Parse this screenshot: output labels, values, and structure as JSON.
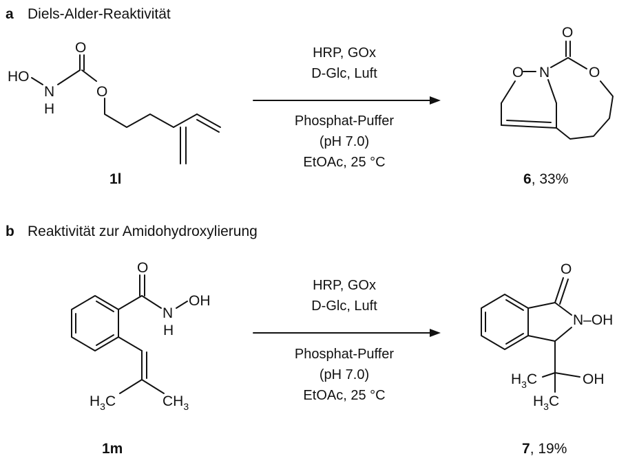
{
  "section_a": {
    "letter": "a",
    "title": "Diels-Alder-Reaktivität",
    "reagents": {
      "line1": "HRP, GOx",
      "line2_prefix": "D",
      "line2_rest": "-Glc, Luft"
    },
    "solvent": {
      "line1": "Phosphat-Puffer",
      "line2": "(pH 7.0)",
      "line3": "EtOAc, 25 °C"
    },
    "reactant": {
      "id": "1l",
      "atoms": {
        "o_carbonyl": "O",
        "ho": "HO",
        "n": "N",
        "h": "H",
        "o_ester": "O"
      }
    },
    "product": {
      "id": "6",
      "yield": ", 33%",
      "atoms": {
        "o_carbonyl": "O",
        "o_ring": "O",
        "n": "N",
        "o_ester": "O"
      }
    }
  },
  "section_b": {
    "letter": "b",
    "title": "Reaktivität zur Amidohydroxylierung",
    "reagents": {
      "line1": "HRP, GOx",
      "line2_prefix": "D",
      "line2_rest": "-Glc, Luft"
    },
    "solvent": {
      "line1": "Phosphat-Puffer",
      "line2": "(pH 7.0)",
      "line3": "EtOAc, 25 °C"
    },
    "reactant": {
      "id": "1m",
      "atoms": {
        "o_carbonyl": "O",
        "n": "N",
        "oh": "OH",
        "h": "H",
        "h3c": "H",
        "h3c_sub": "3",
        "h3c_c": "C",
        "ch3_c": "CH",
        "ch3_sub": "3"
      }
    },
    "product": {
      "id": "7",
      "yield": ", 19%",
      "atoms": {
        "o_carbonyl": "O",
        "noh": "N–OH",
        "h3c1": "H",
        "sub1": "3",
        "c1": "C",
        "oh": "OH",
        "h3c2": "H",
        "sub2": "3",
        "c2": "C"
      }
    }
  }
}
